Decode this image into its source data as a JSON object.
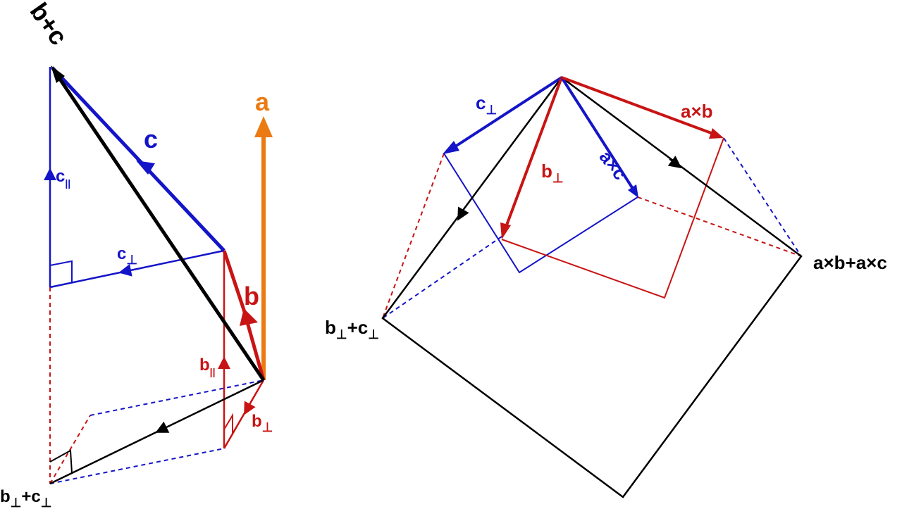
{
  "colors": {
    "black": "#000000",
    "blue": "#1414c8",
    "red": "#c81414",
    "orange": "#ec7a12"
  },
  "left_figure": {
    "label_bc": "b+c",
    "label_a": "a",
    "label_c": "c",
    "label_b": "b",
    "label_c_par": "c",
    "label_c_par_sub": "||",
    "label_c_perp": "c",
    "label_c_perp_sub": "⊥",
    "label_b_par": "b",
    "label_b_par_sub": "||",
    "label_b_perp": "b",
    "label_b_perp_sub": "⊥",
    "label_sum_b": "b",
    "label_sum_sub1": "⊥",
    "label_sum_plus": "+c",
    "label_sum_sub2": "⊥"
  },
  "right_figure": {
    "label_c_perp": "c",
    "label_c_perp_sub": "⊥",
    "label_b_perp": "b",
    "label_b_perp_sub": "⊥",
    "label_axc": "a×c",
    "label_axb": "a×b",
    "label_sum": "a×b+a×c",
    "label_perp_sum_b": "b",
    "label_perp_sum_sub1": "⊥",
    "label_perp_sum_plus": "+c",
    "label_perp_sum_sub2": "⊥"
  }
}
